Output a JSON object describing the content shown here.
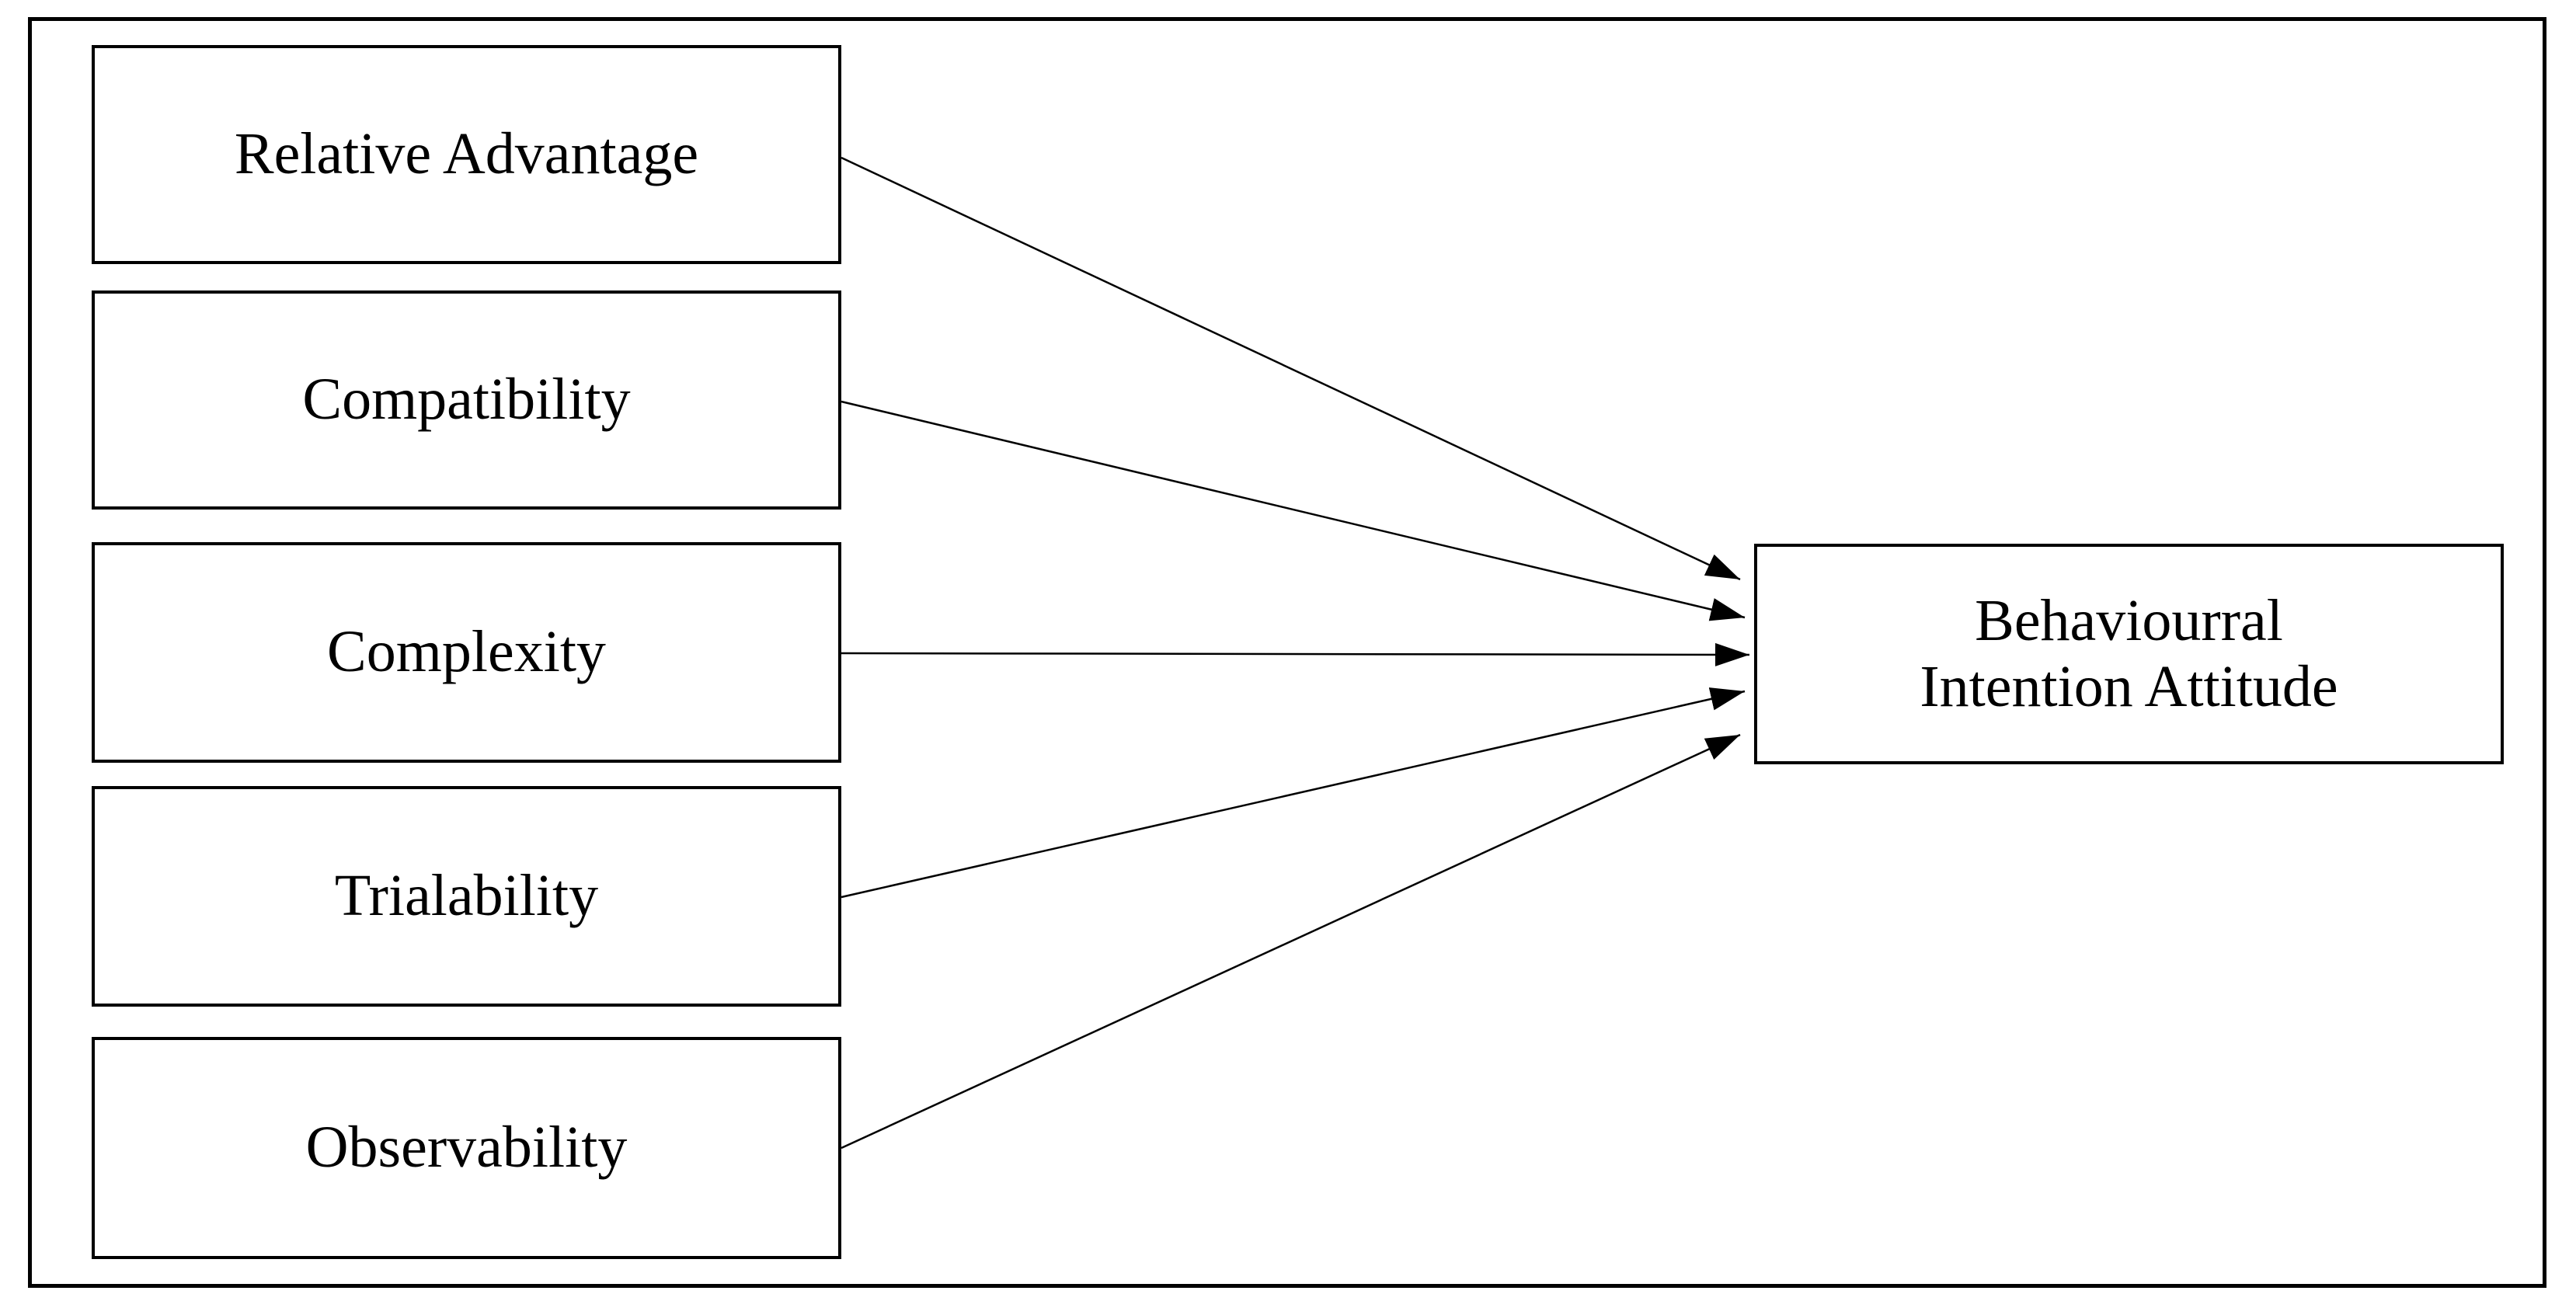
{
  "diagram": {
    "factors": [
      "Relative Advantage",
      "Compatibility",
      "Complexity",
      "Trialability",
      "Observability"
    ],
    "outcome": "Behaviourral\nIntention Attitude",
    "edges": [
      {
        "from": "Relative Advantage",
        "to": "Behaviourral Intention Attitude"
      },
      {
        "from": "Compatibility",
        "to": "Behaviourral Intention Attitude"
      },
      {
        "from": "Complexity",
        "to": "Behaviourral Intention Attitude"
      },
      {
        "from": "Trialability",
        "to": "Behaviourral Intention Attitude"
      },
      {
        "from": "Observability",
        "to": "Behaviourral Intention Attitude"
      }
    ]
  },
  "colors": {
    "line": "#000000",
    "background": "#ffffff"
  }
}
